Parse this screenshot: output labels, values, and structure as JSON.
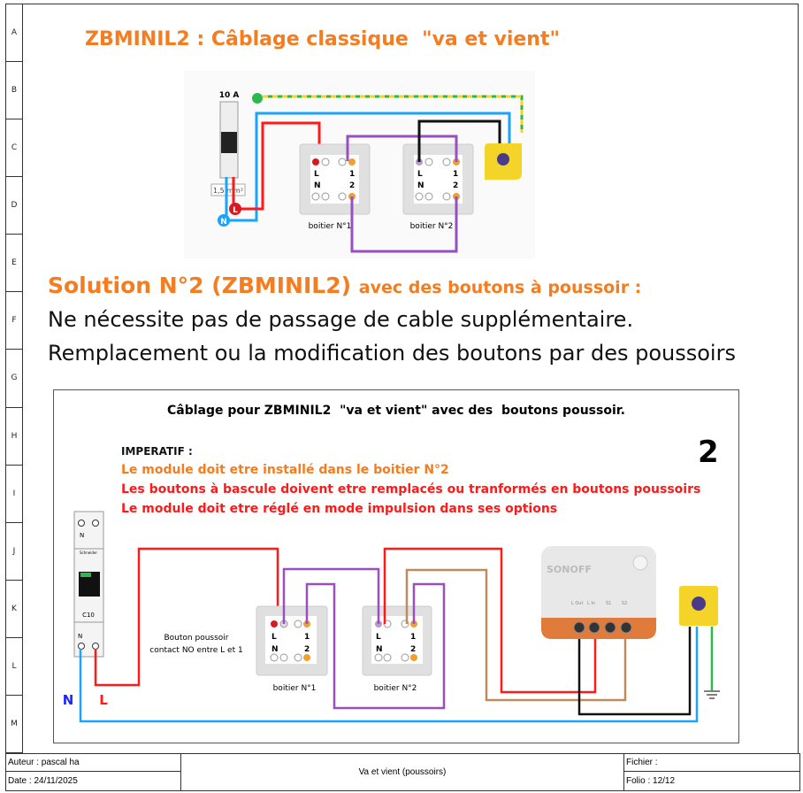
{
  "row_labels": [
    "A",
    "B",
    "C",
    "D",
    "E",
    "F",
    "G",
    "H",
    "I",
    "J",
    "K",
    "L",
    "M"
  ],
  "title": "ZBMINIL2 : Câblage classique  \"va et vient\"",
  "diagram1": {
    "breaker_rating": "10 A",
    "wire_section": "1,5 mm²",
    "phase_label": "L",
    "neutral_label": "N",
    "box1_label": "boitier N°1",
    "box2_label": "boitier N°2",
    "terminal_L": "L",
    "terminal_N": "N",
    "terminal_1": "1",
    "terminal_2": "2"
  },
  "solution": {
    "title": "Solution N°2 (ZBMINIL2)",
    "subtitle": "avec des boutons à poussoir :",
    "line1": "Ne nécessite pas de passage de cable supplémentaire.",
    "line2": "Remplacement ou la modification des boutons par des poussoirs"
  },
  "diagram2": {
    "header": "Câblage pour ZBMINIL2  \"va et vient\" avec des  boutons poussoir.",
    "imperatif": "IMPERATIF :",
    "rule1": "Le module doit etre installé dans le boitier N°2",
    "rule2": "Les boutons à bascule doivent etre remplacés ou tranformés en boutons poussoirs",
    "rule3": "Le module doit etre réglé en mode impulsion dans ses options",
    "number": "2",
    "breaker_brand": "Schneider",
    "breaker_rating": "C10",
    "breaker_n": "N",
    "pushbutton_note1": "Bouton poussoir",
    "pushbutton_note2": "contact NO entre L et 1",
    "box1_label": "boitier N°1",
    "box2_label": "boitier N°2",
    "n_label": "N",
    "l_label": "L",
    "sonoff_brand": "SONOFF",
    "sonoff_terminals": [
      "L Out",
      "L In",
      "S1",
      "S2"
    ]
  },
  "colors": {
    "orange": "#f57c1f",
    "red": "#ff1a1a",
    "blue": "#1aa3ff",
    "purple": "#9a4fc0",
    "brown": "#c08a5a",
    "green": "#2db84d",
    "bulb": "#f5d42a"
  },
  "footer": {
    "author": "Auteur : pascal ha",
    "date": "Date : 24/11/2025",
    "center": "Va et vient (poussoirs)",
    "file": "Fichier :",
    "folio": "Folio : 12/12"
  }
}
